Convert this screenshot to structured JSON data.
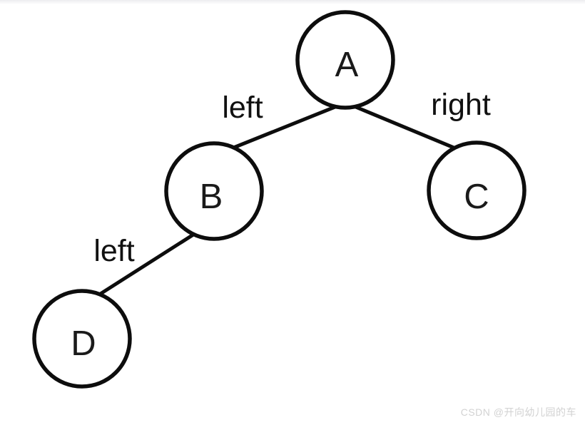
{
  "diagram": {
    "type": "binary-tree",
    "stroke_color": "#0d0d0d",
    "background_color": "#ffffff",
    "nodes": [
      {
        "id": "A",
        "label": "A"
      },
      {
        "id": "B",
        "label": "B"
      },
      {
        "id": "C",
        "label": "C"
      },
      {
        "id": "D",
        "label": "D"
      }
    ],
    "edges": [
      {
        "from": "A",
        "to": "B",
        "side": "left",
        "label": "left"
      },
      {
        "from": "A",
        "to": "C",
        "side": "right",
        "label": "right"
      },
      {
        "from": "B",
        "to": "D",
        "side": "left",
        "label": "left"
      }
    ]
  },
  "watermark": {
    "text": "CSDN @开向幼儿园的车",
    "color": "#d2d2d2"
  }
}
